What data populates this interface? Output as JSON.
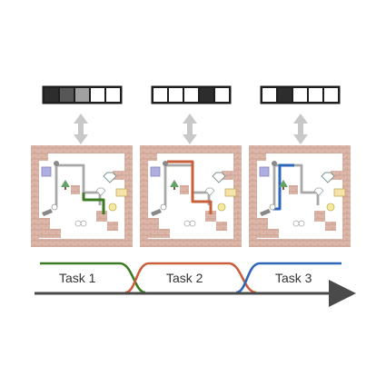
{
  "colors": {
    "task1": "#3c7a24",
    "task2": "#c9603c",
    "task3": "#2f66b8",
    "arrow": "#c8c8c8",
    "brick": "#d9b3a5",
    "timeline": "#4a4a4a"
  },
  "tasks": [
    {
      "label": "Task 1",
      "color": "#3c7a24",
      "vector": [
        1,
        0.8,
        0.45,
        0,
        0
      ]
    },
    {
      "label": "Task 2",
      "color": "#c9603c",
      "vector": [
        0,
        0,
        0,
        1,
        0
      ]
    },
    {
      "label": "Task 3",
      "color": "#2f66b8",
      "vector": [
        0,
        1,
        0,
        0,
        0
      ]
    }
  ],
  "icons": [
    "gem-icon",
    "tree-icon",
    "chest-icon",
    "coin-icon",
    "block-icon",
    "agent-icon"
  ]
}
